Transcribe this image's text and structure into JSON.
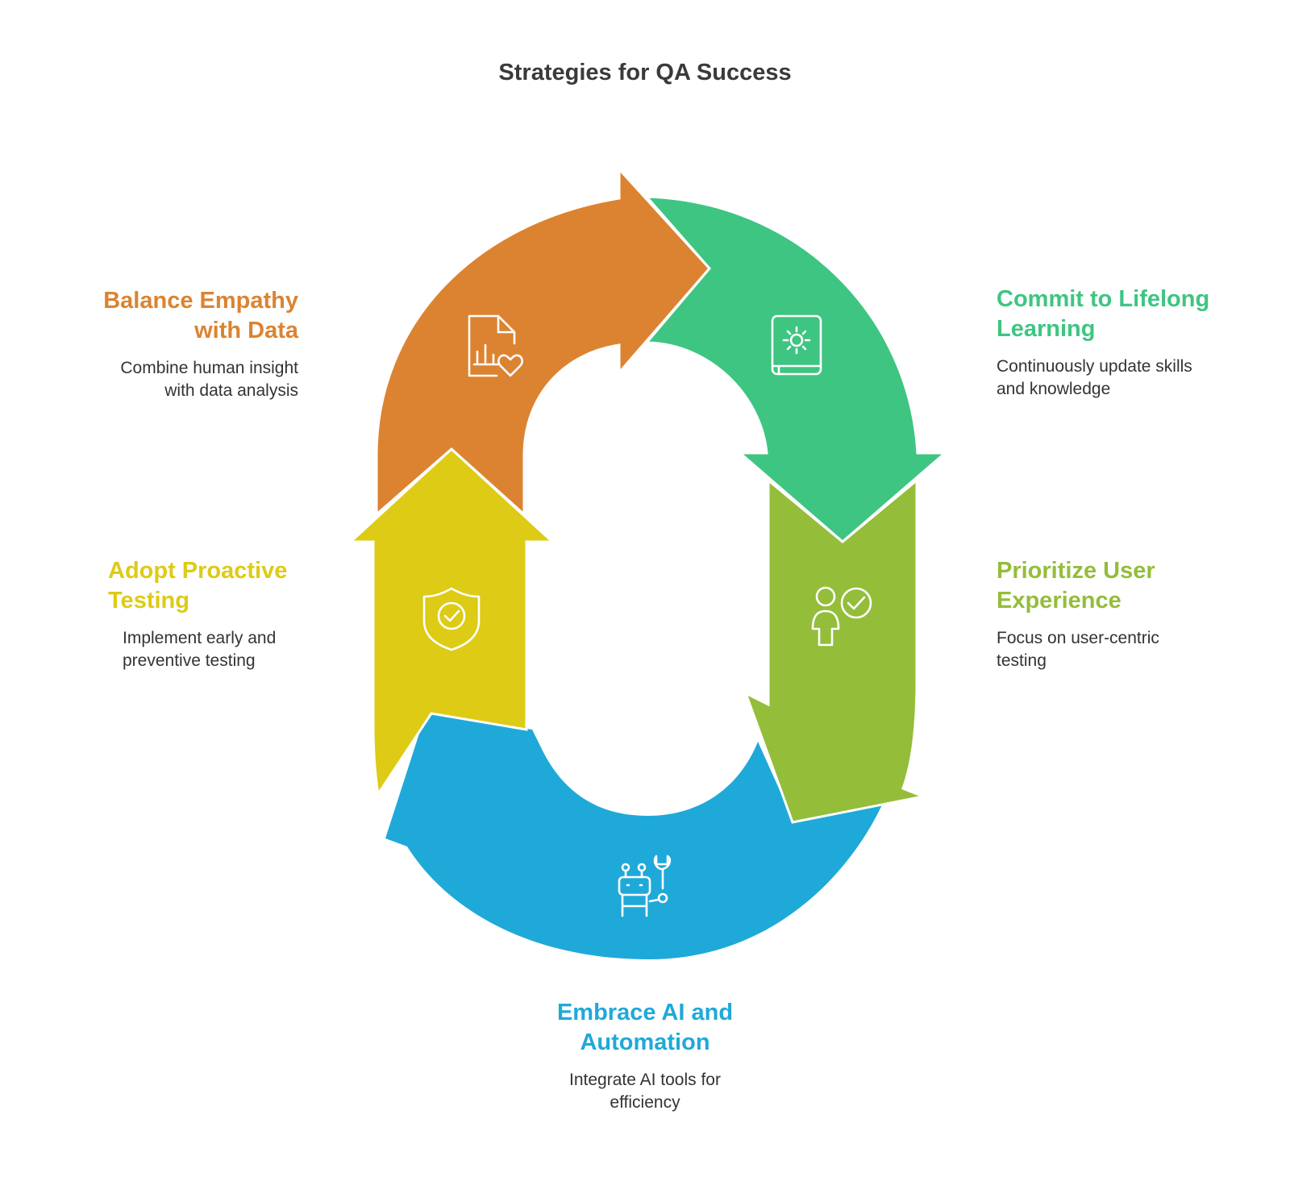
{
  "title": "Strategies for QA Success",
  "steps": [
    {
      "id": "balance",
      "heading_lines": [
        "Balance Empathy",
        "with Data"
      ],
      "desc_lines": [
        "Combine human insight",
        "with data analysis"
      ],
      "color": "#DC8331",
      "icon": "report-heart-icon"
    },
    {
      "id": "lifelong",
      "heading_lines": [
        "Commit to Lifelong",
        "Learning"
      ],
      "desc_lines": [
        "Continuously update skills",
        "and knowledge"
      ],
      "color": "#3EC582",
      "icon": "gear-book-icon"
    },
    {
      "id": "ux",
      "heading_lines": [
        "Prioritize User",
        "Experience"
      ],
      "desc_lines": [
        "Focus on user-centric",
        "testing"
      ],
      "color": "#94BD3A",
      "icon": "user-check-icon"
    },
    {
      "id": "ai",
      "heading_lines": [
        "Embrace AI and",
        "Automation"
      ],
      "desc_lines": [
        "Integrate AI tools for",
        "efficiency"
      ],
      "color": "#1FA9D9",
      "icon": "robot-wrench-icon"
    },
    {
      "id": "proactive",
      "heading_lines": [
        "Adopt Proactive",
        "Testing"
      ],
      "desc_lines": [
        "Implement early and",
        "preventive testing"
      ],
      "color": "#DDCB15",
      "icon": "shield-check-icon"
    }
  ]
}
